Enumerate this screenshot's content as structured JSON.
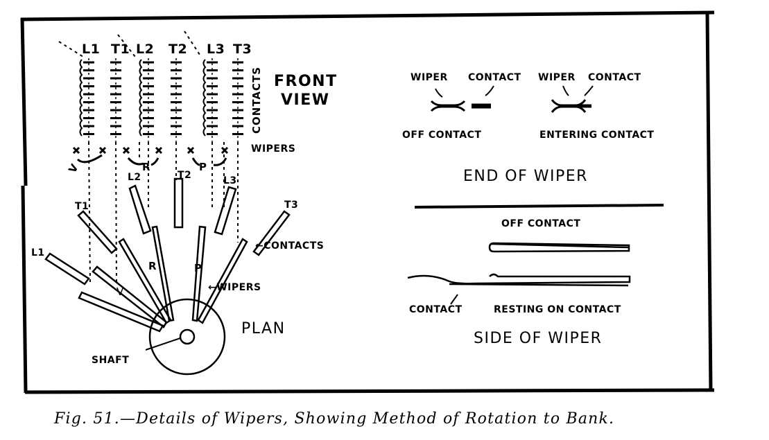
{
  "figure": {
    "caption": "Fig. 51.—Details of Wipers, Showing Method of Rotation to Bank.",
    "front_view": {
      "title_line1": "FRONT",
      "title_line2": "VIEW",
      "contacts_label": "CONTACTS",
      "wipers_label": "WIPERS",
      "bank_labels": [
        "L1",
        "T1",
        "L2",
        "T2",
        "L3",
        "T3"
      ],
      "wiper_pair_labels": [
        "V",
        "R",
        "P"
      ]
    },
    "plan": {
      "title": "PLAN",
      "shaft_label": "SHAFT",
      "contacts_label": "←CONTACTS",
      "wipers_label": "←WIPERS",
      "contact_labels": [
        "L1",
        "T1",
        "L2",
        "T2",
        "L3",
        "T3"
      ],
      "wiper_labels": [
        "V",
        "R",
        "P"
      ]
    },
    "end_of_wiper": {
      "title": "END OF WIPER",
      "left_wiper_label": "WIPER",
      "left_contact_label": "CONTACT",
      "right_wiper_label": "WIPER",
      "right_contact_label": "CONTACT",
      "left_state": "OFF CONTACT",
      "right_state": "ENTERING CONTACT"
    },
    "side_of_wiper": {
      "title": "SIDE OF WIPER",
      "off_contact_label": "OFF CONTACT",
      "contact_label": "CONTACT",
      "resting_label": "RESTING ON CONTACT"
    }
  }
}
